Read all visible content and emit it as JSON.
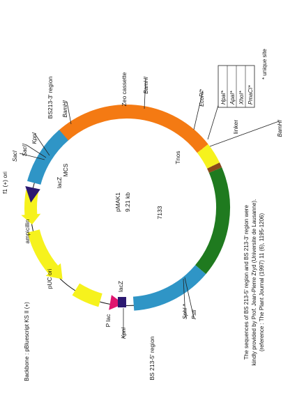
{
  "plasmid": {
    "name": "pMAK1",
    "size": "9.21 kb",
    "position_marker": "7133"
  },
  "features": {
    "zeo": "Zeo cassette",
    "bs213_3": "BS213-3' region",
    "bs213_5": "BS 213-5' region",
    "tnos": "Tnos",
    "linker": "linker",
    "mcs": "MCS",
    "lacz_top": "lacZ",
    "lacz_bottom": "lacZ",
    "f1ori": "f1 (+) ori",
    "ampicillin": "ampicillin",
    "puc_ori": "pUC ori",
    "plac": "P lac"
  },
  "sites": {
    "bamhi_top": "BamHI",
    "bamhi_zeo": "BamHI",
    "bamhi_right": "BamHI",
    "ecori": "EcoRI*",
    "kpni_top": "KpnI",
    "kpni_bottom": "KpnI",
    "sacii": "SacII",
    "saci": "SacI",
    "sphi": "SphI *",
    "psti": "PstI"
  },
  "linker_box": [
    "HpaI*",
    "ApaI*",
    "XhoI*",
    "PmaCI*"
  ],
  "backbone": "Backbone : pBluescript KS II (+)",
  "footnote": "* unique site",
  "credit": [
    "The sequences of BS 213-5' region and BS 213-3' region were",
    "kindly provided by Prof. Jean-Pierre Zryd (Universite de Lausanne).",
    "(reference : The Plant Journal (1997) 11 (6), 1195-1206)"
  ],
  "colors": {
    "zeo": "#f47a13",
    "bs_region": "#2f95c6",
    "green_segment": "#1f7a1f",
    "yellow_features": "#f6f21d",
    "mcs_marker": "#2b1870",
    "plac_marker": "#e0156f",
    "tnos_junction": "#8a4a1a"
  }
}
